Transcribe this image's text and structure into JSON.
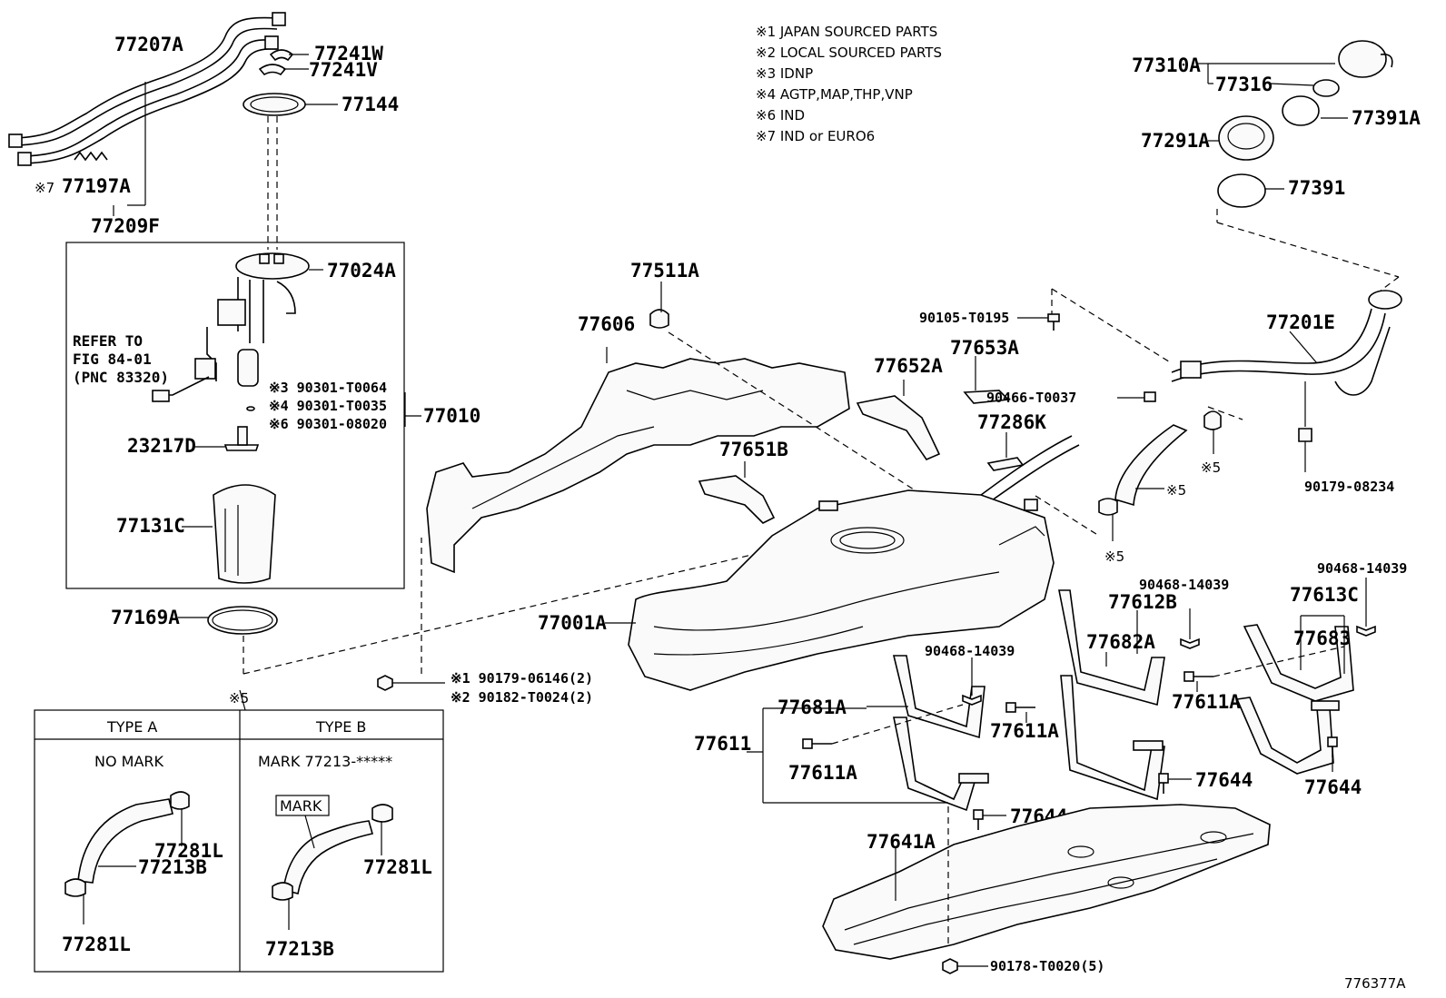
{
  "notes": [
    "※1 JAPAN SOURCED PARTS",
    "※2 LOCAL SOURCED PARTS",
    "※3 IDNP",
    "※4 AGTP,MAP,THP,VNP",
    "※6 IND",
    "※7 IND or EURO6"
  ],
  "parts": {
    "p77207A": "77207A",
    "p77241W": "77241W",
    "p77241V": "77241V",
    "p77144": "77144",
    "p77197A": "77197A",
    "p77197A_mark": "※7",
    "p77209F": "77209F",
    "p77024A": "77024A",
    "p23217D": "23217D",
    "p77131C": "77131C",
    "p77010": "77010",
    "p77169A": "77169A",
    "p77310A": "77310A",
    "p77316": "77316",
    "p77391A": "77391A",
    "p77291A": "77291A",
    "p77391": "77391",
    "p77511A": "77511A",
    "p77606": "77606",
    "p77652A": "77652A",
    "p77653A": "77653A",
    "p90105": "90105-T0195",
    "p77201E": "77201E",
    "p90466": "90466-T0037",
    "p77286K": "77286K",
    "p77651B": "77651B",
    "p90179_08234": "90179-08234",
    "p77001A": "77001A",
    "p90468_a": "90468-14039",
    "p90468_b": "90468-14039",
    "p90468_c": "90468-14039",
    "p77612B": "77612B",
    "p77613C": "77613C",
    "p77682A": "77682A",
    "p77683": "77683",
    "p77611A_a": "77611A",
    "p77611A_b": "77611A",
    "p77611A_c": "77611A",
    "p77681A": "77681A",
    "p77611": "77611",
    "p77644_a": "77644",
    "p77644_b": "77644",
    "p77644_c": "77644",
    "p77641A": "77641A",
    "p90178": "90178-T0020(5)",
    "p90179_06146": "※1 90179-06146(2)",
    "p90182": "※2 90182-T0024(2)",
    "s5_a": "※5",
    "s5_b": "※5",
    "s5_c": "※5",
    "s5_table": "※5"
  },
  "pump_block": {
    "refer_line1": "REFER TO",
    "refer_line2": "FIG 84-01",
    "refer_line3": "(PNC 83320)",
    "n3": "※3 90301-T0064",
    "n4": "※4 90301-T0035",
    "n6": "※6 90301-08020"
  },
  "type_table": {
    "type_a": "TYPE A",
    "type_b": "TYPE B",
    "no_mark": "NO MARK",
    "mark_text": "MARK 77213-*****",
    "mark_box": "MARK",
    "a_77281L_1": "77281L",
    "a_77213B": "77213B",
    "a_77281L_2": "77281L",
    "b_77281L": "77281L",
    "b_77213B": "77213B"
  },
  "figure_id": "776377A"
}
